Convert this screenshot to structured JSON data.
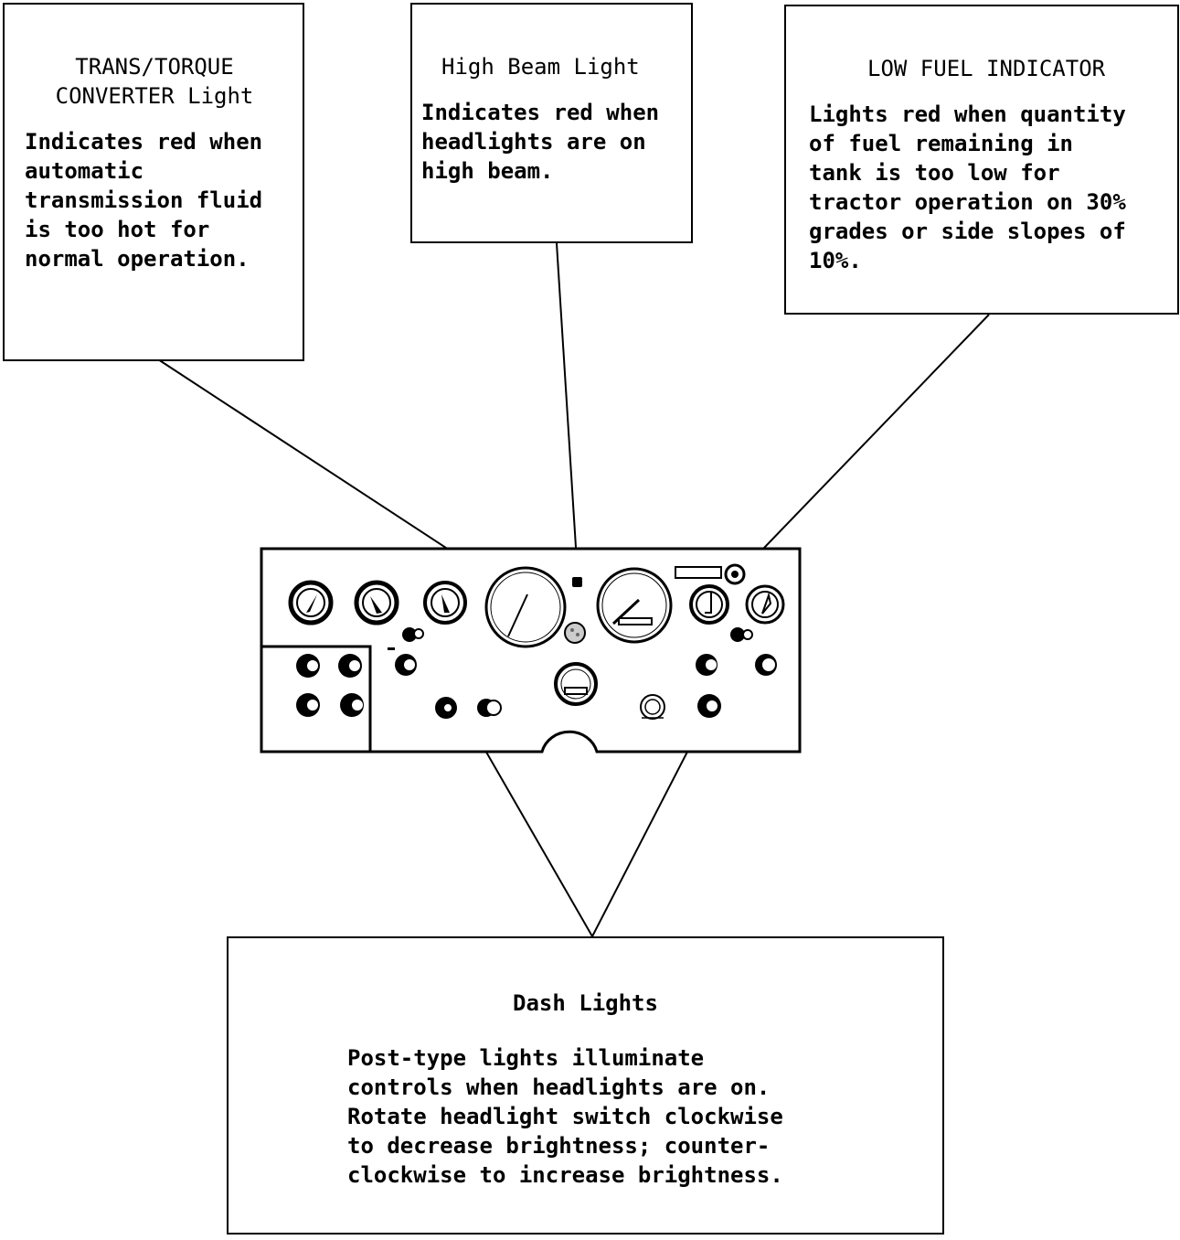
{
  "callouts": {
    "trans": {
      "title": "TRANS/TORQUE\nCONVERTER Light",
      "body": "Indicates red when\nautomatic\ntransmission fluid\nis too hot for\nnormal operation."
    },
    "high_beam": {
      "title": "High Beam Light",
      "body": "Indicates red when\nheadlights are on\nhigh beam."
    },
    "low_fuel": {
      "title": "LOW FUEL INDICATOR",
      "body": "Lights red when quantity\nof fuel remaining in\ntank is too low for\ntractor operation on 30%\ngrades or side slopes of\n10%."
    },
    "dash": {
      "title": "Dash Lights",
      "body": "Post-type lights illuminate\ncontrols when headlights are on.\nRotate headlight switch clockwise\nto decrease brightness; counter-\nclockwise to increase brightness."
    }
  }
}
